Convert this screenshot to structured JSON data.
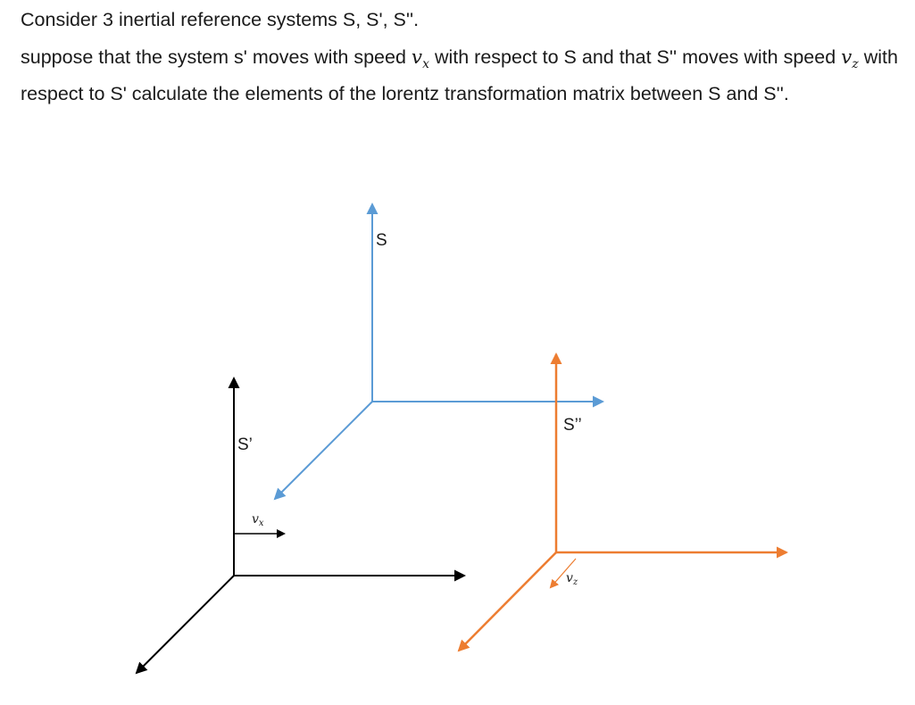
{
  "problem": {
    "line1": "Consider 3 inertial reference systems S, S', S''.",
    "para2_a": "suppose that the system s' moves with speed",
    "vx_symbol": "v",
    "vx_sub": "x",
    "para2_b": "with respect to S and that S'' moves with speed",
    "vz_symbol": "v",
    "vz_sub": "z",
    "para2_c": "with respect to S' calculate the elements of the lorentz transformation matrix between S and S''."
  },
  "diagram": {
    "label_s": "S",
    "label_s_prime": "S’",
    "label_s_double_prime": "S’’",
    "velocity_x": "v",
    "velocity_x_sub": "x",
    "velocity_z": "v",
    "velocity_z_sub": "z",
    "colors": {
      "s_frame": "#5b9bd5",
      "s_prime_frame": "#000000",
      "s_double_prime_frame": "#ed7d31"
    }
  }
}
